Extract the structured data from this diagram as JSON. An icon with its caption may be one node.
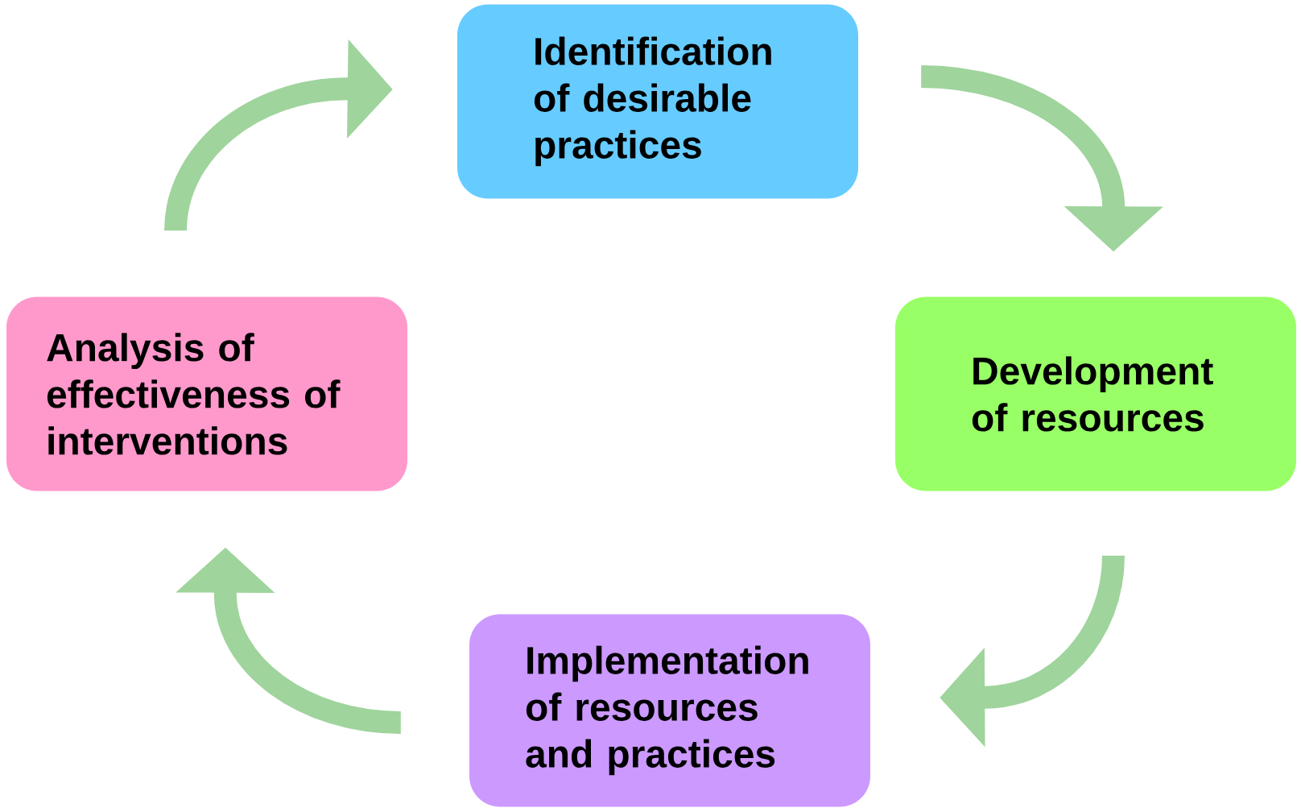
{
  "diagram": {
    "nodes": [
      {
        "text": [
          "Identification of desirable practices"
        ]
      },
      {
        "text": [
          "Development of resources"
        ]
      },
      {
        "text": [
          "Implementation of resources and practices"
        ]
      },
      {
        "text": [
          "Analysis of effectiveness of interventions"
        ]
      }
    ],
    "edges": [
      {
        "from": 0,
        "to": 1,
        "arrow": "to"
      },
      {
        "from": 1,
        "to": 2,
        "arrow": "to"
      },
      {
        "from": 2,
        "to": 3,
        "arrow": "to"
      },
      {
        "from": 3,
        "to": 0,
        "arrow": "to"
      }
    ]
  }
}
